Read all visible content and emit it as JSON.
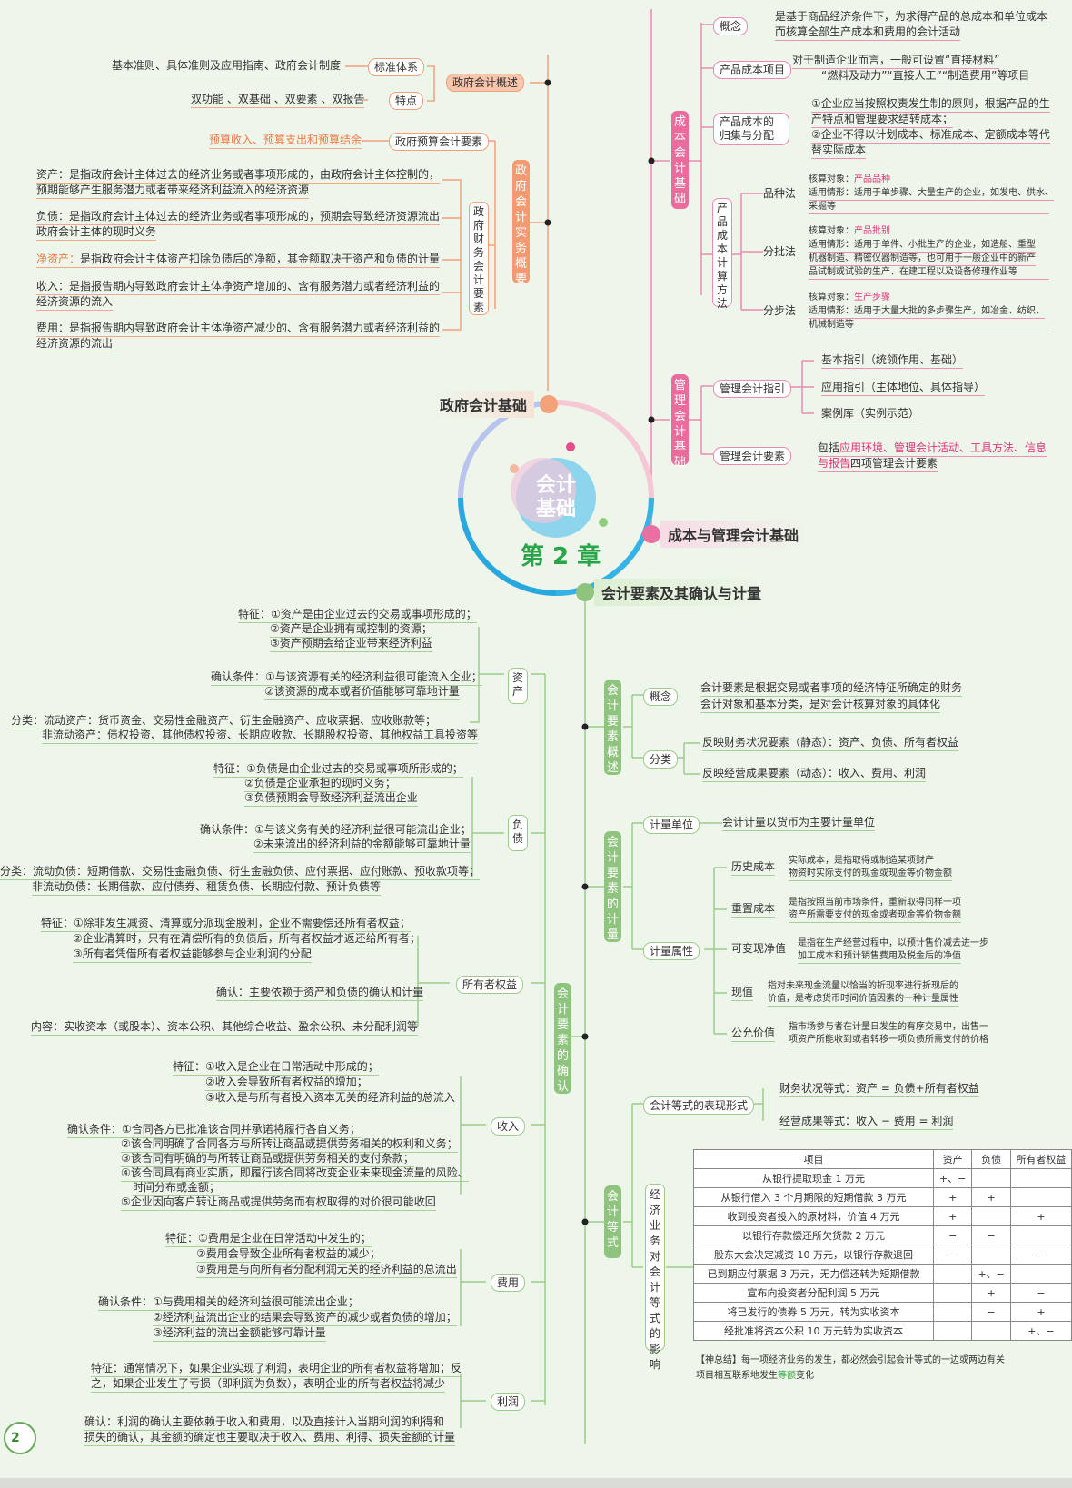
{
  "center": {
    "title1": "会计",
    "title2": "基础",
    "chapter": "第 2 章"
  },
  "branches": {
    "gov": "政府会计基础",
    "cost": "成本与管理会计基础",
    "elem": "会计要素及其确认与计量"
  },
  "gov": {
    "overview": "政府会计概述",
    "std_sys": "标准体系",
    "std_sys_text": "基本准则、具体准则及应用指南、政府会计制度",
    "feature": "特点",
    "feature_text": "双功能 、双基础 、双要素 、双报告",
    "practice": "政府会计实务概要",
    "budget_elem": "政府预算会计要素",
    "budget_text": "预算收入、预算支出和预算结余",
    "fin_elem": "政府财务会计要素",
    "asset1": "资产：是指政府会计主体过去的经济业务或者事项形成的，由政府会计主体控制的，",
    "asset2": "预期能够产生服务潜力或者带来经济利益流入的经济资源",
    "liab1": "负债：是指政府会计主体过去的经济业务或者事项形成的，预期会导致经济资源流出",
    "liab2": "政府会计主体的现时义务",
    "net_label": "净资产：",
    "net_text": "是指政府会计主体资产扣除负债后的净额，其金额取决于资产和负债的计量",
    "inc1": "收入：是指报告期内导致政府会计主体净资产增加的、含有服务潜力或者经济利益的",
    "inc2": "经济资源的流入",
    "exp1": "费用：是指报告期内导致政府会计主体净资产减少的、含有服务潜力或者经济利益的",
    "exp2": "经济资源的流出"
  },
  "cost": {
    "cost_acc": "成本会计基础",
    "concept": "概念",
    "concept1": "是基于商品经济条件下，为求得产品的总成本和单位成本",
    "concept2": "而核算全部生产成本和费用的会计活动",
    "items": "产品成本项目",
    "items1": "对于制造企业而言，一般可设置“直接材料”",
    "items2": "“燃料及动力”“直接人工”“制造费用”等项目",
    "alloc": "产品成本的归集与分配",
    "alloc1": "①企业应当按照权责发生制的原则，根据产品的生",
    "alloc2": "产特点和管理要求结转成本；",
    "alloc3": "②企业不得以计划成本、标准成本、定额成本等代",
    "alloc4": "替实际成本",
    "calc": "产品成本计算方法",
    "m1": "品种法",
    "m1_obj": "核算对象：",
    "m1_obj_v": "产品品种",
    "m1_a": "适用情形：适用于单步骤、大量生产的企业，如发电、供水、",
    "m1_b": "采掘等",
    "m2": "分批法",
    "m2_obj": "核算对象：",
    "m2_obj_v": "产品批别",
    "m2_a": "适用情形：适用于单件、小批生产的企业，如造船、重型",
    "m2_b": "机器制造、精密仪器制造等，也可用于一般企业中的新产",
    "m2_c": "品试制或试验的生产、在建工程以及设备修理作业等",
    "m3": "分步法",
    "m3_obj": "核算对象：",
    "m3_obj_v": "生产步骤",
    "m3_a": "适用情形：适用于大量大批的多步骤生产，如冶金、纺织、",
    "m3_b": "机械制造等",
    "mgmt": "管理会计基础",
    "guide": "管理会计指引",
    "g1": "基本指引（统领作用、基础）",
    "g2": "应用指引（主体地位、具体指导）",
    "g3": "案例库（实例示范）",
    "melem": "管理会计要素",
    "me_pre": "包括",
    "me_hl1": "应用环境、管理会计活动、工具方法、信息",
    "me_hl2": "与报告",
    "me_post": "四项管理会计要素"
  },
  "overview": {
    "title": "会计要素概述",
    "concept": "概念",
    "concept1": "会计要素是根据交易或者事项的经济特征所确定的财务",
    "concept2": "会计对象和基本分类，是对会计核算对象的具体化",
    "class": "分类",
    "class1": "反映财务状况要素（静态）：资产、负债、所有者权益",
    "class2": "反映经营成果要素（动态）：收入、费用、利润"
  },
  "measure": {
    "title": "会计要素的计量",
    "unit": "计量单位",
    "unit_text": "会计计量以货币为主要计量单位",
    "attr": "计量属性",
    "a1": "历史成本",
    "a1_1": "实际成本，是指取得或制造某项财产",
    "a1_2": "物资时实际支付的现金或现金等价物金额",
    "a2": "重置成本",
    "a2_1": "是指按照当前市场条件，重新取得同样一项",
    "a2_2": "资产所需要支付的现金或者现金等价物金额",
    "a3": "可变现净值",
    "a3_1": "是指在生产经营过程中，以预计售价减去进一步",
    "a3_2": "加工成本和预计销售费用及税金后的净值",
    "a4": "现值",
    "a4_1": "指对未来现金流量以恰当的折现率进行折现后的",
    "a4_2": "价值，是考虑货币时间价值因素的一种计量属性",
    "a5": "公允价值",
    "a5_1": "指市场参与者在计量日发生的有序交易中，出售一",
    "a5_2": "项资产所能收到或者转移一项负债所需支付的价格"
  },
  "equation": {
    "title": "会计等式",
    "form": "会计等式的表现形式",
    "f1": "财务状况等式：资产 = 负债+所有者权益",
    "f2": "经营成果等式：收入 − 费用 = 利润",
    "impact": "经济业务对会计等式的影响",
    "headers": [
      "项目",
      "资产",
      "负债",
      "所有者权益"
    ],
    "rows": [
      [
        "从银行提取现金 1 万元",
        "+、−",
        "",
        ""
      ],
      [
        "从银行借入 3 个月期限的短期借款 3 万元",
        "+",
        "+",
        ""
      ],
      [
        "收到投资者投入的原材料，价值 4 万元",
        "+",
        "",
        "+"
      ],
      [
        "以银行存款偿还所欠货款 2 万元",
        "−",
        "−",
        ""
      ],
      [
        "股东大会决定减资 10 万元，以银行存款退回",
        "−",
        "",
        "−"
      ],
      [
        "已到期应付票据 3 万元，无力偿还转为短期借款",
        "",
        "+、−",
        ""
      ],
      [
        "宣布向投资者分配利润 5 万元",
        "",
        "+",
        "−"
      ],
      [
        "将已发行的债券 5 万元，转为实收资本",
        "",
        "−",
        "+"
      ],
      [
        "经批准将资本公积 10 万元转为实收资本",
        "",
        "",
        "+、−"
      ]
    ],
    "summary1": "【神总结】每一项经济业务的发生，都必然会引起会计等式的一边或两边有关",
    "summary2_pre": "项目相互联系地发生",
    "summary2_hl": "等额",
    "summary2_post": "变化"
  },
  "recog": {
    "title": "会计要素的确认",
    "asset": "资产",
    "as_f1": "特征：①资产是由企业过去的交易或事项形成的；",
    "as_f2": "②资产是企业拥有或控制的资源；",
    "as_f3": "③资产预期会给企业带来经济利益",
    "as_c1": "确认条件：①与该资源有关的经济利益很可能流入企业；",
    "as_c2": "②该资源的成本或者价值能够可靠地计量",
    "as_k1": "分类：流动资产：货币资金、交易性金融资产、衍生金融资产、应收票据、应收账款等；",
    "as_k2": "非流动资产：债权投资、其他债权投资、长期应收款、长期股权投资、其他权益工具投资等",
    "liab": "负债",
    "li_f1": "特征：①负债是由企业过去的交易或事项所形成的；",
    "li_f2": "②负债是企业承担的现时义务；",
    "li_f3": "③负债预期会导致经济利益流出企业",
    "li_c1": "确认条件：①与该义务有关的经济利益很可能流出企业；",
    "li_c2": "②未来流出的经济利益的金额能够可靠地计量",
    "li_k1": "分类：流动负债：短期借款、交易性金融负债、衍生金融负债、应付票据、应付账款、预收款项等；",
    "li_k2": "非流动负债：长期借款、应付债券、租赁负债、长期应付款、预计负债等",
    "equity": "所有者权益",
    "eq_f1": "特征：①除非发生减资、清算或分派现金股利，企业不需要偿还所有者权益；",
    "eq_f2": "②企业清算时，只有在清偿所有的负债后，所有者权益才返还给所有者；",
    "eq_f3": "③所有者凭借所有者权益能够参与企业利润的分配",
    "eq_c": "确认：主要依赖于资产和负债的确认和计量",
    "eq_k": "内容：实收资本（或股本）、资本公积、其他综合收益、盈余公积、未分配利润等",
    "income": "收入",
    "in_f1": "特征：①收入是企业在日常活动中形成的；",
    "in_f2": "②收入会导致所有者权益的增加；",
    "in_f3": "③收入是与所有者投入资本无关的经济利益的总流入",
    "in_c1": "确认条件：①合同各方已批准该合同并承诺将履行各自义务；",
    "in_c2": "②该合同明确了合同各方与所转让商品或提供劳务相关的权利和义务；",
    "in_c3": "③该合同有明确的与所转让商品或提供劳务相关的支付条款；",
    "in_c4": "④该合同具有商业实质，即履行该合同将改变企业未来现金流量的风险、",
    "in_c4b": "时间分布或金额；",
    "in_c5": "⑤企业因向客户转让商品或提供劳务而有权取得的对价很可能收回",
    "expense": "费用",
    "ex_f1": "特征：①费用是企业在日常活动中发生的；",
    "ex_f2": "②费用会导致企业所有者权益的减少；",
    "ex_f3": "③费用是与向所有者分配利润无关的经济利益的总流出",
    "ex_c1": "确认条件：①与费用相关的经济利益很可能流出企业；",
    "ex_c2": "②经济利益流出企业的结果会导致资产的减少或者负债的增加；",
    "ex_c3": "③经济利益的流出金额能够可靠计量",
    "profit": "利润",
    "pr_f1": "特征：通常情况下，如果企业实现了利润，表明企业的所有者权益将增加；反",
    "pr_f2": "之，如果企业发生了亏损（即利润为负数），表明企业的所有者权益将减少",
    "pr_c1": "确认：利润的确认主要依赖于收入和费用，以及直接计入当期利润的利得和",
    "pr_c2": "损失的确认，其金额的确定也主要取决于收入、费用、利得、损失金额的计量"
  },
  "page_number": "2",
  "colors": {
    "orange": "#f29b72",
    "pink": "#e96c9c",
    "green": "#8fc47e",
    "bg": "#eef5ea"
  }
}
